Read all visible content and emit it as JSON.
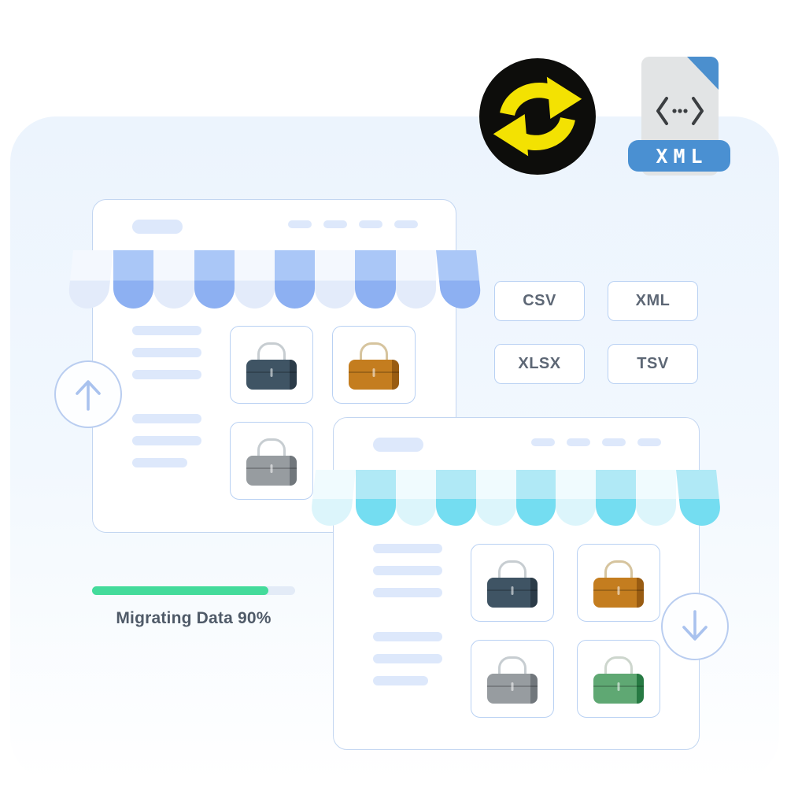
{
  "colors": {
    "panelTop": "#ecf4fd",
    "panelBottom": "#ffffff",
    "windowBorder": "#c3d6f1",
    "cardBorder": "#b9d1f3",
    "pill": "#dde8fb",
    "awnBlueTop": "#aac7f7",
    "awnBlue": "#8db0f2",
    "awnLtTop": "#f4f8fe",
    "awnLt": "#e3ebfa",
    "awnCyanTop": "#b0e9f6",
    "awnCyan": "#74ddf1",
    "awnCyanLtTop": "#f0fbfe",
    "awnCyanLt": "#dcf5fb",
    "slateBody": "#3f5464",
    "slateEdge": "#2b3b48",
    "orangeBody": "#c47d1f",
    "orangeEdge": "#995c12",
    "grayBody": "#979ca0",
    "grayEdge": "#71777c",
    "greenBody": "#5fa873",
    "greenEdge": "#277a43",
    "handleGray": "#c7cdd1",
    "handleTan": "#d6c49e",
    "handleGreen": "#cdd6cd",
    "circleBorder": "#b9cdf0",
    "arrowStroke": "#a9c2ee",
    "progressFill": "#44db9b",
    "progressTrack": "#e3ebf7",
    "chipText": "#5d6775",
    "labelText": "#4f5a68",
    "syncBlack": "#0d0d0b",
    "syncYellow": "#f3e202",
    "docGray": "#e2e4e5",
    "xmlFold": "#4b8fce",
    "xmlBanner": "#4a90d2",
    "codeGlyph": "#3b3e41"
  },
  "formats": [
    {
      "label": "CSV"
    },
    {
      "label": "XML"
    },
    {
      "label": "XLSX"
    },
    {
      "label": "TSV"
    }
  ],
  "progress": {
    "label": "Migrating Data 90%",
    "percent_shown": 90,
    "fill_percent": 87
  },
  "xml_file": {
    "label": "XML"
  },
  "source_store": {
    "products": [
      {
        "name": "briefcase-slate"
      },
      {
        "name": "briefcase-orange"
      },
      {
        "name": "briefcase-gray"
      }
    ]
  },
  "target_store": {
    "products": [
      {
        "name": "briefcase-slate"
      },
      {
        "name": "briefcase-orange"
      },
      {
        "name": "briefcase-gray"
      },
      {
        "name": "briefcase-green"
      }
    ]
  }
}
